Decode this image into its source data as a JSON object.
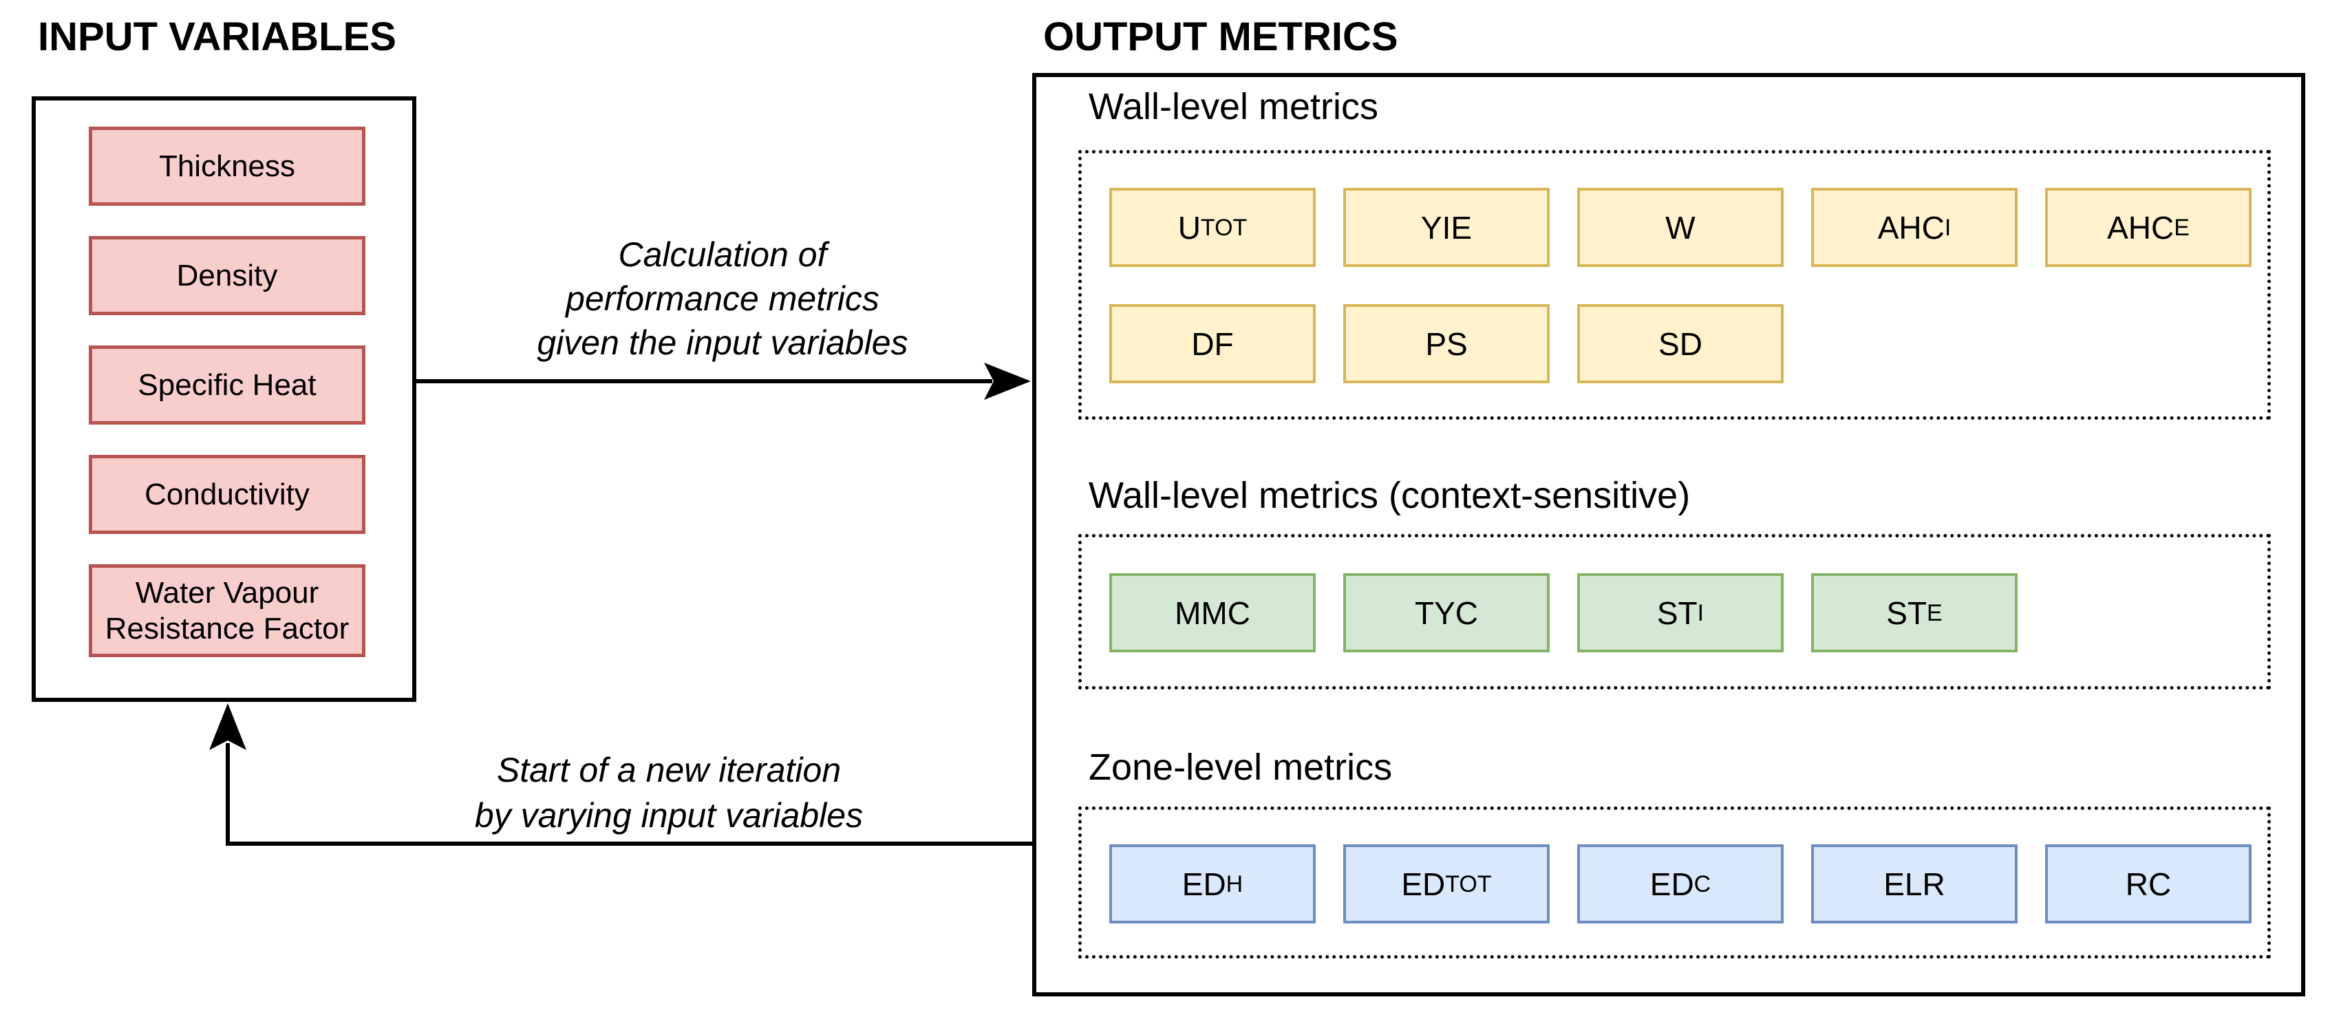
{
  "colors": {
    "line": "#000000",
    "red_fill": "#f8cecc",
    "red_border": "#b85450",
    "yellow_fill": "#fff2cc",
    "yellow_border": "#d6b656",
    "green_fill": "#d5e8d4",
    "green_border": "#82b366",
    "blue_fill": "#dae8fc",
    "blue_border": "#6c8ebf"
  },
  "input_panel": {
    "title": "INPUT VARIABLES",
    "variables": [
      {
        "label": "Thickness"
      },
      {
        "label": "Density"
      },
      {
        "label": "Specific Heat"
      },
      {
        "label": "Conductivity"
      },
      {
        "label": "Water Vapour Resistance Factor"
      }
    ]
  },
  "output_panel": {
    "title": "OUTPUT METRICS",
    "sections": [
      {
        "heading": "Wall-level metrics",
        "palette": "yellow",
        "metrics": [
          {
            "main": "U",
            "sub": "TOT"
          },
          {
            "main": "YIE",
            "sub": ""
          },
          {
            "main": "W",
            "sub": ""
          },
          {
            "main": "AHC",
            "sub": "I"
          },
          {
            "main": "AHC",
            "sub": "E"
          },
          {
            "main": "DF",
            "sub": ""
          },
          {
            "main": "PS",
            "sub": ""
          },
          {
            "main": "SD",
            "sub": ""
          }
        ]
      },
      {
        "heading": "Wall-level metrics (context-sensitive)",
        "palette": "green",
        "metrics": [
          {
            "main": "MMC",
            "sub": ""
          },
          {
            "main": "TYC",
            "sub": ""
          },
          {
            "main": "ST",
            "sub": "I"
          },
          {
            "main": "ST",
            "sub": "E"
          }
        ]
      },
      {
        "heading": "Zone-level metrics",
        "palette": "blue",
        "metrics": [
          {
            "main": "ED",
            "sub": "H"
          },
          {
            "main": "ED",
            "sub": "TOT"
          },
          {
            "main": "ED",
            "sub": "C"
          },
          {
            "main": "ELR",
            "sub": ""
          },
          {
            "main": "RC",
            "sub": ""
          }
        ]
      }
    ]
  },
  "annotations": {
    "forward": {
      "lines": [
        "Calculation of",
        "performance metrics",
        "given the input variables"
      ]
    },
    "feedback": {
      "lines": [
        "Start of a new iteration",
        "by varying input variables"
      ]
    }
  }
}
